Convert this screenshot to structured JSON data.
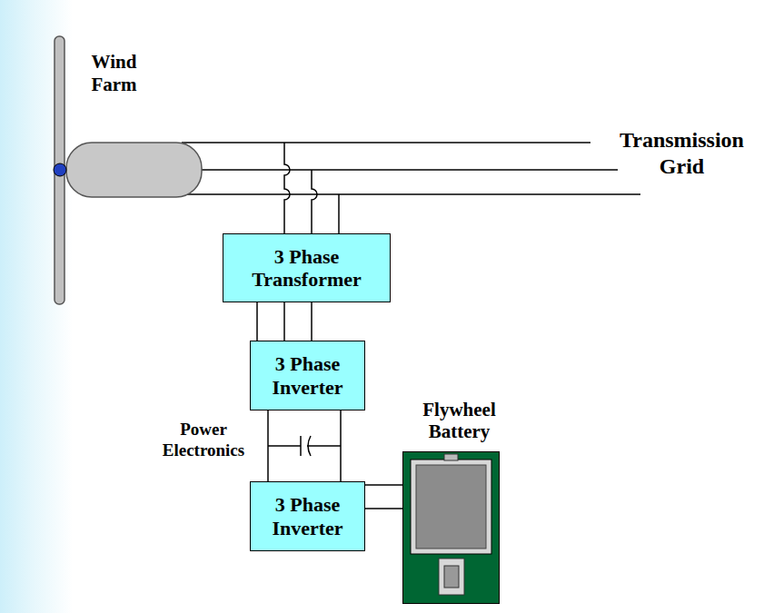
{
  "diagram": {
    "nodes": [
      {
        "text": [
          "3 Phase Transformer"
        ]
      },
      {
        "text": [
          "3 Phase Inverter"
        ]
      },
      {
        "text": [
          "3 Phase Inverter"
        ]
      },
      {
        "text": [
          "Flywheel Battery"
        ]
      }
    ],
    "edges": [
      {
        "from": 0,
        "to": 1,
        "arrow": "none"
      },
      {
        "from": 1,
        "to": 2,
        "arrow": "none"
      },
      {
        "from": 2,
        "to": 3,
        "arrow": "none"
      }
    ],
    "labels": [
      "Wind Farm",
      "Transmission Grid",
      "Power Electronics"
    ]
  }
}
